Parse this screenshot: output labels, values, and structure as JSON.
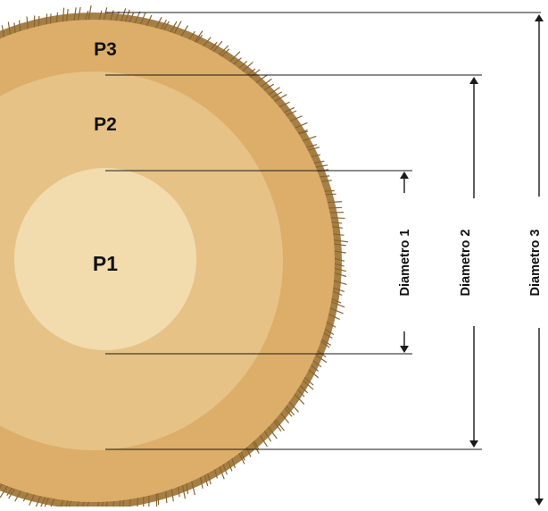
{
  "zones": {
    "p3_label": "P3",
    "p2_label": "P2",
    "p1_label": "P1"
  },
  "dimensions": {
    "diameter1_label": "Diametro 1",
    "diameter2_label": "Diametro 2",
    "diameter3_label": "Diametro 3"
  },
  "colors": {
    "bark": "#a67f45",
    "outer_ring": "#dcae6a",
    "middle_ring": "#e6c287",
    "core": "#f2dcad",
    "line": "#1a1a1a",
    "text": "#111111"
  }
}
